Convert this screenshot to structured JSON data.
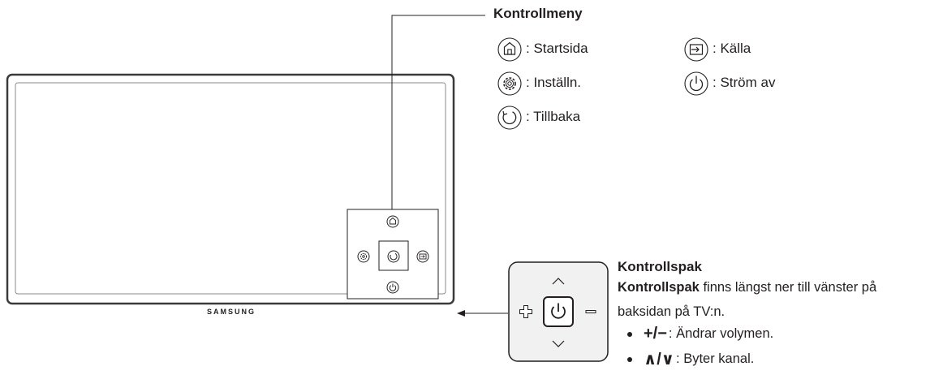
{
  "control_menu": {
    "title": "Kontrollmeny",
    "items": [
      {
        "icon": "home-icon",
        "label": ": Startsida"
      },
      {
        "icon": "source-icon",
        "label": ": Källa"
      },
      {
        "icon": "settings-icon",
        "label": ": Inställn."
      },
      {
        "icon": "power-off-icon",
        "label": ": Ström av"
      },
      {
        "icon": "return-icon",
        "label": ": Tillbaka"
      }
    ]
  },
  "tv": {
    "brand": "SAMSUNG"
  },
  "controller": {
    "title": "Kontrollspak",
    "desc_bold": "Kontrollspak",
    "desc_rest_line1": " finns längst ner till vänster på",
    "desc_line2": "baksidan på TV:n.",
    "bullets": [
      {
        "symbols": "+/−",
        "text": ": Ändrar volymen."
      },
      {
        "symbols": "∧/∨",
        "text": ": Byter kanal."
      }
    ]
  },
  "colors": {
    "ink": "#231f20",
    "tv_frame": "#3a3a3a",
    "panel_fill": "#f1f1f1"
  }
}
